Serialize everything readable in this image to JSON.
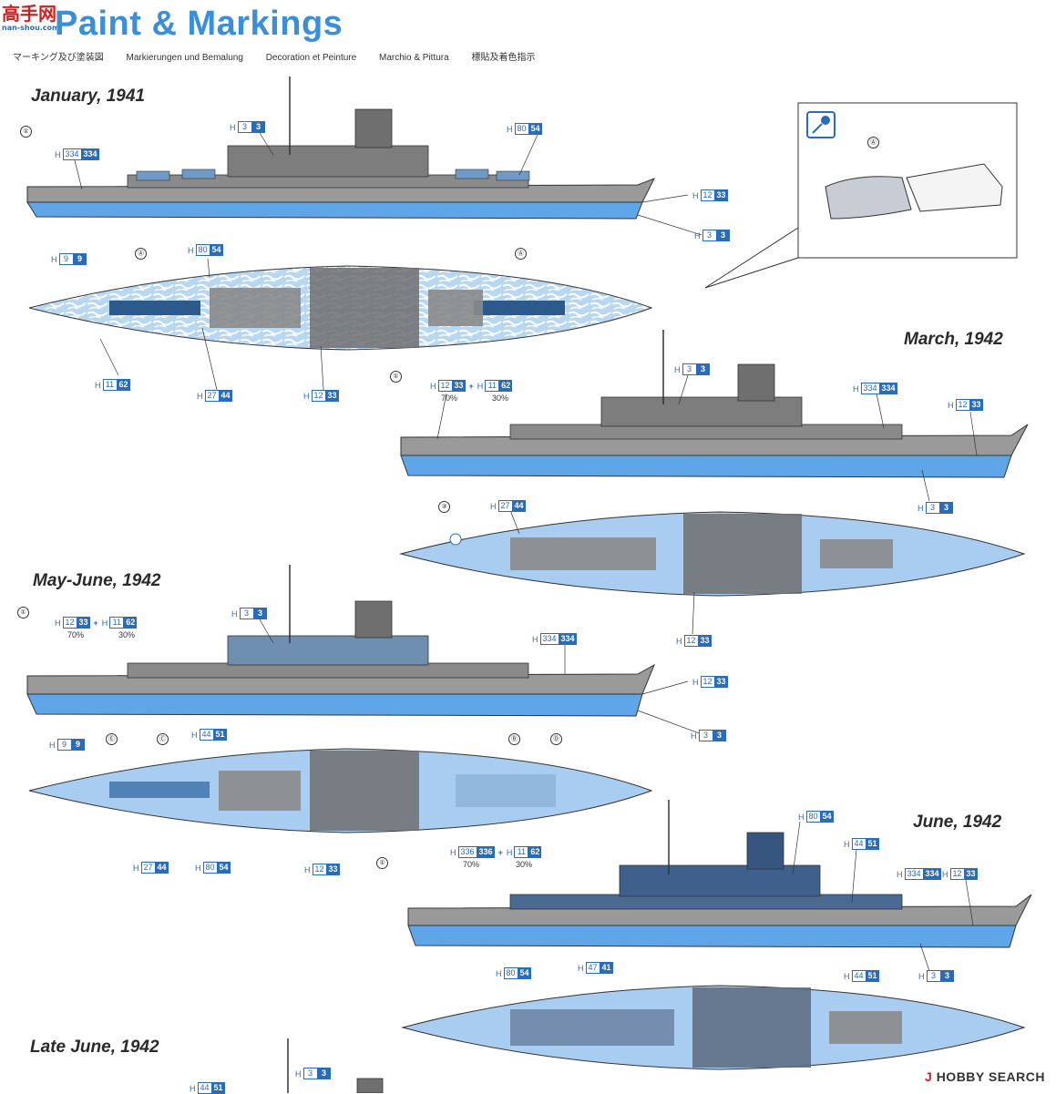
{
  "watermark": {
    "top": "高手网",
    "bottom": "nan-shou.com"
  },
  "title": "Paint & Markings",
  "subtitles": [
    "マーキング及び塗装図",
    "Markierungen und Bemalung",
    "Decoration et Peinture",
    "Marchio & Pittura",
    "標貼及着色指示"
  ],
  "schemes": [
    {
      "title": "January, 1941"
    },
    {
      "title": "March, 1942"
    },
    {
      "title": "May-June, 1942"
    },
    {
      "title": "June, 1942"
    },
    {
      "title": "Late June, 1942"
    }
  ],
  "codes": {
    "h3_3": [
      "H",
      "3",
      "3"
    ],
    "h80_54": [
      "H",
      "80",
      "54"
    ],
    "h334_334": [
      "H",
      "334",
      "334"
    ],
    "h12_33": [
      "H",
      "12",
      "33"
    ],
    "h9_9": [
      "H",
      "9",
      "9"
    ],
    "h11_62": [
      "H",
      "11",
      "62"
    ],
    "h27_44": [
      "H",
      "27",
      "44"
    ],
    "h44_51": [
      "H",
      "44",
      "51"
    ],
    "h336_336": [
      "H",
      "336",
      "336"
    ],
    "h47_41": [
      "H",
      "47",
      "41"
    ]
  },
  "percent": {
    "seventy": "70%",
    "thirty": "30%"
  },
  "plus": "+",
  "markers": {
    "one": "①",
    "three": "③",
    "a": "Ⓐ",
    "b": "Ⓑ",
    "c": "Ⓒ",
    "d": "Ⓓ",
    "e": "Ⓔ"
  },
  "footer": {
    "brand": "HOBBY SEARCH",
    "mark": "J"
  },
  "colors": {
    "hull_grey": "#9a9a9a",
    "lower_blue": "#5ea6e8",
    "deck_blue": "#a9cdf0",
    "code_blue": "#2a6cb8",
    "title_blue": "#3a8fd8"
  }
}
